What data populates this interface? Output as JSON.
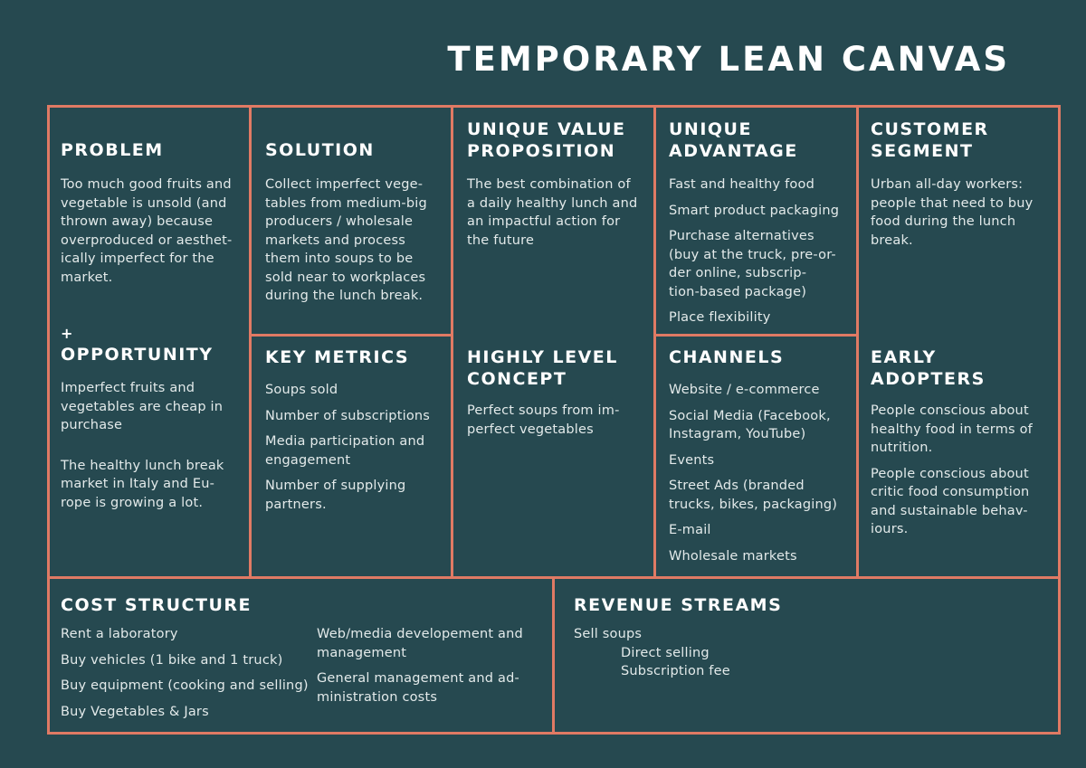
{
  "title": "TEMPORARY LEAN CANVAS",
  "colors": {
    "background": "#264950",
    "border": "#e07a64",
    "text": "#e3eaea"
  },
  "problem": {
    "heading": "PROBLEM",
    "text": "Too much good fruits and\nvegetable is unsold (and\nthrown away) because\noverproduced or aesthet-\nically  imperfect for the\nmarket."
  },
  "opportunity": {
    "plus": "+",
    "heading": "OPPORTUNITY",
    "text1": "Imperfect fruits and\nvegetables are cheap in\npurchase",
    "text2": "The healthy lunch break\nmarket in Italy and Eu-\nrope is growing a lot."
  },
  "solution": {
    "heading": "SOLUTION",
    "text": "Collect imperfect vege-\ntables from medium-big\nproducers / wholesale\nmarkets and process\nthem into soups to be\nsold near to workplaces\nduring the lunch break."
  },
  "key_metrics": {
    "heading": "KEY METRICS",
    "items": [
      "Soups sold",
      "Number of subscriptions",
      "Media participation and\nengagement",
      "Number of supplying\npartners."
    ]
  },
  "uvp": {
    "heading": "UNIQUE  VALUE\nPROPOSITION",
    "text": "The best combination of\na  daily healthy lunch and\nan impactful action for\nthe future"
  },
  "high_level": {
    "heading": "HIGHLY LEVEL\nCONCEPT",
    "text": "Perfect soups from im-\nperfect vegetables"
  },
  "unique_advantage": {
    "heading": "UNIQUE\nADVANTAGE",
    "items": [
      "Fast and healthy food",
      "Smart product packaging",
      "Purchase alternatives\n(buy at the truck, pre-or-\nder online, subscrip-\ntion-based package)",
      "Place flexibility"
    ]
  },
  "channels": {
    "heading": "CHANNELS",
    "items": [
      "Website / e-commerce",
      "Social Media (Facebook,\nInstagram, YouTube)",
      "Events",
      "Street Ads (branded\ntrucks, bikes, packaging)",
      "E-mail",
      "Wholesale markets"
    ]
  },
  "customer_segment": {
    "heading": "CUSTOMER\nSEGMENT",
    "text": "Urban all-day workers:\npeople that need to buy\nfood during the lunch\nbreak."
  },
  "early_adopters": {
    "heading": "EARLY\nADOPTERS",
    "text1": "People conscious about\nhealthy food in terms of\nnutrition.",
    "text2": "People conscious about\ncritic food consumption\nand sustainable behav-\niours."
  },
  "cost_structure": {
    "heading": "COST STRUCTURE",
    "col1": [
      "Rent a laboratory",
      "Buy vehicles (1 bike and 1 truck)",
      "Buy equipment (cooking and selling)",
      "Buy Vegetables & Jars"
    ],
    "col2": [
      "Web/media developement and\nmanagement",
      "General management and ad-\nministration costs"
    ]
  },
  "revenue_streams": {
    "heading": "REVENUE STREAMS",
    "main": "Sell soups",
    "sub": [
      "Direct selling",
      "Subscription fee"
    ]
  }
}
